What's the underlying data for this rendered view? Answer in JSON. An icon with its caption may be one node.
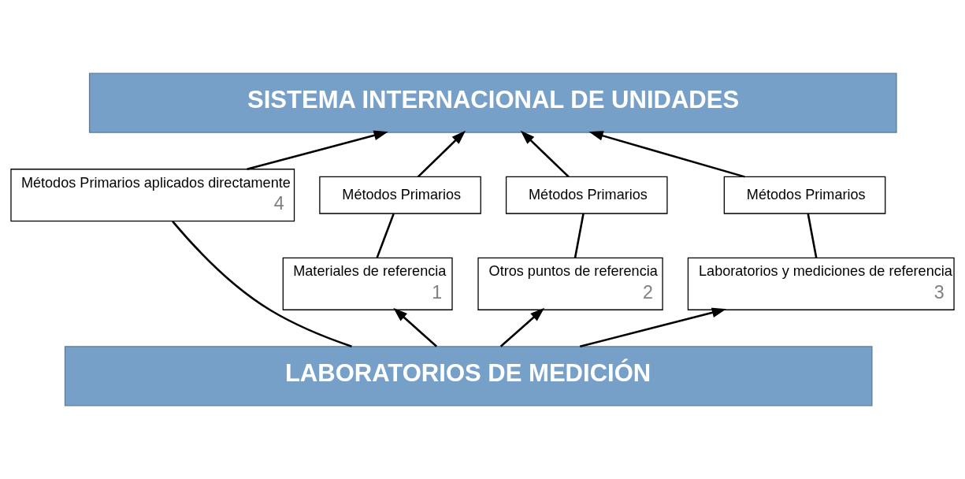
{
  "diagram": {
    "nodes": [
      {
        "text": [
          "SISTEMA INTERNACIONAL DE UNIDADES"
        ]
      },
      {
        "text": [
          "Métodos Primarios"
        ]
      },
      {
        "text": [
          "Métodos Primarios"
        ]
      },
      {
        "text": [
          "Métodos Primarios"
        ]
      },
      {
        "text": [
          "Métodos Primarios aplicados directamente",
          "4"
        ]
      },
      {
        "text": [
          "Materiales de referencia",
          "1"
        ]
      },
      {
        "text": [
          "Otros puntos de referencia",
          "2"
        ]
      },
      {
        "text": [
          "Laboratorios y mediciones de referencia",
          "3"
        ]
      },
      {
        "text": [
          "LABORATORIOS DE MEDICIÓN"
        ]
      }
    ],
    "edges": [
      {
        "from": 1,
        "to": 0,
        "arrow": "to"
      },
      {
        "from": 2,
        "to": 0,
        "arrow": "to"
      },
      {
        "from": 3,
        "to": 0,
        "arrow": "to"
      },
      {
        "from": 4,
        "to": 0,
        "arrow": "to"
      },
      {
        "from": 5,
        "to": 1,
        "arrow": "none"
      },
      {
        "from": 6,
        "to": 2,
        "arrow": "none"
      },
      {
        "from": 7,
        "to": 3,
        "arrow": "none"
      },
      {
        "from": 8,
        "to": 5,
        "arrow": "to"
      },
      {
        "from": 8,
        "to": 6,
        "arrow": "to"
      },
      {
        "from": 8,
        "to": 7,
        "arrow": "to"
      },
      {
        "from": 8,
        "to": 4,
        "arrow": "none"
      }
    ]
  }
}
